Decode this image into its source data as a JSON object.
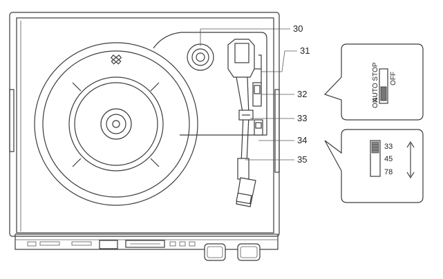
{
  "callouts": [
    {
      "number": "30",
      "part": "spindle-adapter"
    },
    {
      "number": "31",
      "part": "tonearm-lift"
    },
    {
      "number": "32",
      "part": "auto-stop-switch"
    },
    {
      "number": "33",
      "part": "tonearm-rest"
    },
    {
      "number": "34",
      "part": "speed-selector"
    },
    {
      "number": "35",
      "part": "tonearm"
    }
  ],
  "auto_stop_panel": {
    "label": "AUTO STOP",
    "off_label": "OFF",
    "on_label": "ON"
  },
  "speed_panel": {
    "speeds": [
      "33",
      "45",
      "78"
    ]
  }
}
